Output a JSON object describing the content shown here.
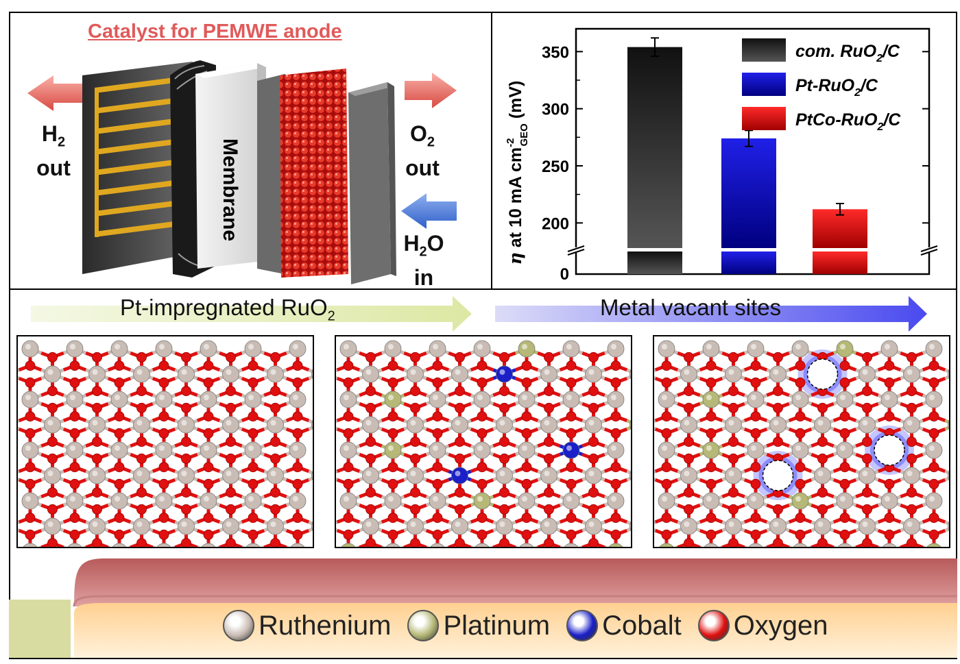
{
  "figure": {
    "title": "Catalyst for PEMWE anode",
    "membrane_label": "Membrane",
    "h2_out": {
      "species": "H",
      "sub": "2",
      "word": "out"
    },
    "o2_out": {
      "species": "O",
      "sub": "2",
      "word": "out"
    },
    "h2o_in": {
      "species": "H",
      "sub": "2",
      "rest": "O",
      "word": "in"
    },
    "arrow_left": {
      "text": "Pt-impregnated RuO",
      "sub": "2"
    },
    "arrow_right": {
      "text": "Metal vacant sites"
    },
    "legend": [
      {
        "name": "Ruthenium",
        "color": "#c9bcb4"
      },
      {
        "name": "Platinum",
        "color": "#b5b876"
      },
      {
        "name": "Cobalt",
        "color": "#1a1fc8"
      },
      {
        "name": "Oxygen",
        "color": "#e01010"
      }
    ]
  },
  "chart_data": {
    "type": "bar",
    "categories": [
      "com. RuO2/C",
      "Pt-RuO2/C",
      "PtCo-RuO2/C"
    ],
    "values": [
      354,
      274,
      212
    ],
    "errors": [
      8,
      7,
      5
    ],
    "colors": [
      "#333333",
      "#0b0bd8",
      "#dc1010"
    ],
    "ylabel": "η at 10 mA cm⁻² GEO (mV)",
    "ylim_upper": [
      178,
      370
    ],
    "yticks": [
      200,
      250,
      300,
      350
    ],
    "axis_break": true,
    "bottom_tick": 0,
    "legend_labels": [
      "com. RuO",
      "Pt-RuO",
      "PtCo-RuO"
    ],
    "legend_sub": "2",
    "legend_suffix": "/C",
    "legend_placement": "top-right"
  }
}
